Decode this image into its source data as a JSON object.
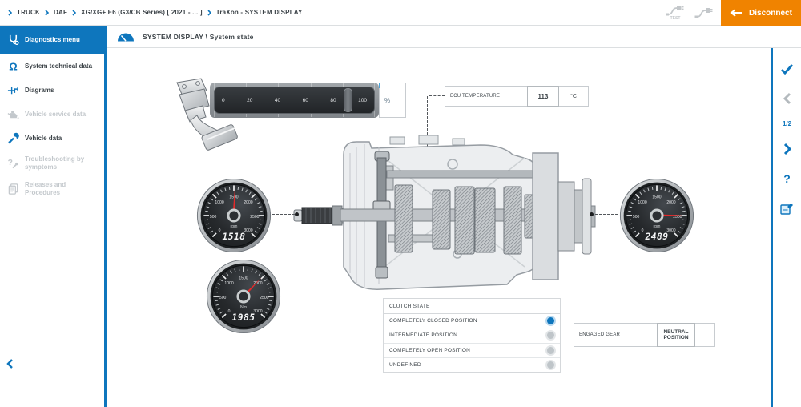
{
  "breadcrumb": {
    "items": [
      "TRUCK",
      "DAF",
      "XG/XG+ E6 (G3/CB Series) [ 2021 - ... ]",
      "TraXon - SYSTEM DISPLAY"
    ]
  },
  "topbar": {
    "test_label": "TEST",
    "disconnect_label": "Disconnect"
  },
  "sidebar": {
    "items": [
      {
        "label": "Diagnostics menu",
        "state": "active",
        "icon": "stethoscope-icon"
      },
      {
        "label": "System technical data",
        "state": "enabled",
        "icon": "omega-icon"
      },
      {
        "label": "Diagrams",
        "state": "enabled",
        "icon": "circuit-icon"
      },
      {
        "label": "Vehicle service data",
        "state": "disabled",
        "icon": "oil-can-icon"
      },
      {
        "label": "Vehicle data",
        "state": "enabled",
        "icon": "wrench-icon"
      },
      {
        "label": "Troubleshooting by symptoms",
        "state": "disabled",
        "icon": "question-wrench-icon"
      },
      {
        "label": "Releases and Procedures",
        "state": "disabled",
        "icon": "documents-icon"
      }
    ]
  },
  "header": {
    "title": "SYSTEM DISPLAY \\ System state"
  },
  "pager": {
    "label": "1/2"
  },
  "pedal_gauge": {
    "scale": [
      "0",
      "20",
      "40",
      "60",
      "80",
      "100"
    ],
    "unit": "%",
    "value_percent": 84
  },
  "ecu_temperature": {
    "label": "ECU TEMPERATURE",
    "value": "113",
    "unit": "°C"
  },
  "gauges": {
    "max": 3000,
    "scale": [
      "0",
      "500",
      "1000",
      "1500",
      "2000",
      "2500",
      "3000"
    ],
    "items": [
      {
        "id": "input-speed",
        "unit": "rpm",
        "value": 1518,
        "display": "1518"
      },
      {
        "id": "output-speed",
        "unit": "rpm",
        "value": 2489,
        "display": "2489"
      },
      {
        "id": "clutch-torque",
        "unit": "Nm",
        "value": 1985,
        "display": "1985"
      }
    ]
  },
  "clutch_state": {
    "title": "CLUTCH STATE",
    "options": [
      {
        "label": "COMPLETELY CLOSED POSITION",
        "selected": true
      },
      {
        "label": "INTERMEDIATE POSITION",
        "selected": false
      },
      {
        "label": "COMPLETELY OPEN POSITION",
        "selected": false
      },
      {
        "label": "UNDEFINED",
        "selected": false
      }
    ]
  },
  "engaged_gear": {
    "label": "ENGAGED GEAR",
    "value": "NEUTRAL POSITION"
  },
  "colors": {
    "accent_blue": "#0e76bd",
    "disconnect_orange": "#f08300",
    "needle_red": "#e52a2a",
    "disabled_grey": "#c3c8cc"
  }
}
